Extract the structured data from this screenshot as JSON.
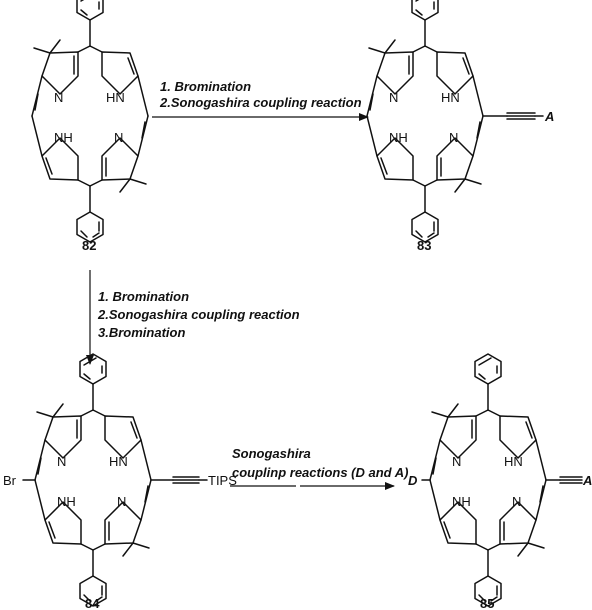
{
  "atoms": {
    "n": "N",
    "hn": "HN",
    "nh": "NH",
    "br": "Br"
  },
  "substituents": {
    "a": "A",
    "d": "D",
    "tips": "TIPS"
  },
  "compounds": [
    {
      "id": "c82",
      "label": "82",
      "right": "",
      "left": ""
    },
    {
      "id": "c83",
      "label": "83",
      "right": "A",
      "left": ""
    },
    {
      "id": "c84",
      "label": "84",
      "right": "TIPS",
      "left": "Br"
    },
    {
      "id": "c85",
      "label": "85",
      "right": "A",
      "left": "D"
    }
  ],
  "reactions": [
    {
      "id": "r1",
      "from": "82",
      "to": "83",
      "lines": [
        "1. Bromination",
        "2.Sonogashira coupling reaction"
      ]
    },
    {
      "id": "r2",
      "from": "82",
      "to": "84",
      "lines": [
        "1. Bromination",
        "2.Sonogashira coupling reaction",
        "3.Bromination"
      ]
    },
    {
      "id": "r3",
      "from": "84",
      "to": "85",
      "lines": [
        "Sonogashira",
        "couplinp reactions (D and A)"
      ]
    }
  ]
}
